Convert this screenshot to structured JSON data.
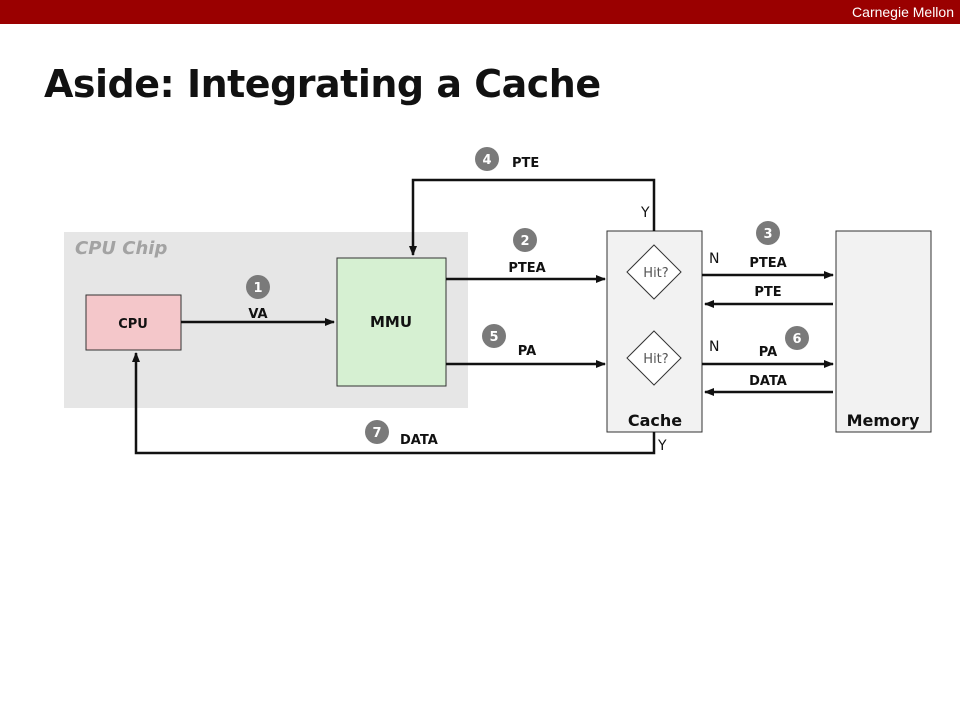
{
  "header": {
    "institution": "Carnegie Mellon"
  },
  "slide": {
    "title": "Aside: Integrating a Cache"
  },
  "diagram": {
    "chip_label": "CPU Chip",
    "cpu_label": "CPU",
    "mmu_label": "MMU",
    "cache_label": "Cache",
    "memory_label": "Memory",
    "hit_label": "Hit?",
    "yes_label": "Y",
    "no_label": "N",
    "steps": [
      "1",
      "2",
      "3",
      "4",
      "5",
      "6",
      "7"
    ],
    "arrows": {
      "va": "VA",
      "ptea_to_cache": "PTEA",
      "pte_to_mmu": "PTE",
      "ptea_to_memory": "PTEA",
      "pte_from_memory": "PTE",
      "pa_to_cache": "PA",
      "pa_to_memory": "PA",
      "data_from_memory": "DATA",
      "data_to_cpu": "DATA"
    },
    "colors": {
      "cpu_fill": "#f4c7ca",
      "mmu_fill": "#d6f0d2",
      "chip_fill": "#e6e6e6",
      "cache_fill": "#f2f2f2",
      "step_badge": "#7a7a7a"
    }
  }
}
